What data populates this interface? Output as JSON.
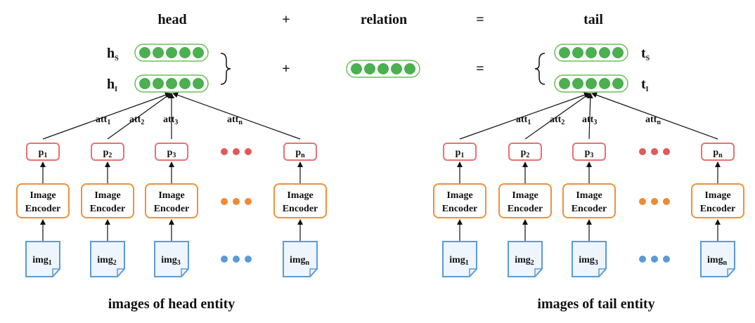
{
  "header": {
    "head": "head",
    "plus": "+",
    "relation": "relation",
    "equals": "=",
    "tail": "tail"
  },
  "left": {
    "vec_s": {
      "base": "h",
      "sub": "S"
    },
    "vec_i": {
      "base": "h",
      "sub": "I"
    },
    "att": [
      {
        "base": "att",
        "sub": "1"
      },
      {
        "base": "att",
        "sub": "2"
      },
      {
        "base": "att",
        "sub": "3"
      },
      {
        "base": "att",
        "sub": "n"
      }
    ],
    "p": [
      {
        "base": "p",
        "sub": "1"
      },
      {
        "base": "p",
        "sub": "2"
      },
      {
        "base": "p",
        "sub": "3"
      },
      {
        "base": "p",
        "sub": "n"
      }
    ],
    "encoder": {
      "line1": "Image",
      "line2": "Encoder"
    },
    "img": [
      {
        "base": "img",
        "sub": "1"
      },
      {
        "base": "img",
        "sub": "2"
      },
      {
        "base": "img",
        "sub": "3"
      },
      {
        "base": "img",
        "sub": "n"
      }
    ],
    "caption": "images of head entity"
  },
  "right": {
    "vec_s": {
      "base": "t",
      "sub": "S"
    },
    "vec_i": {
      "base": "t",
      "sub": "I"
    },
    "att": [
      {
        "base": "att",
        "sub": "1"
      },
      {
        "base": "att",
        "sub": "2"
      },
      {
        "base": "att",
        "sub": "3"
      },
      {
        "base": "att",
        "sub": "n"
      }
    ],
    "p": [
      {
        "base": "p",
        "sub": "1"
      },
      {
        "base": "p",
        "sub": "2"
      },
      {
        "base": "p",
        "sub": "3"
      },
      {
        "base": "p",
        "sub": "n"
      }
    ],
    "encoder": {
      "line1": "Image",
      "line2": "Encoder"
    },
    "img": [
      {
        "base": "img",
        "sub": "1"
      },
      {
        "base": "img",
        "sub": "2"
      },
      {
        "base": "img",
        "sub": "3"
      },
      {
        "base": "img",
        "sub": "n"
      }
    ],
    "caption": "images of tail entity"
  },
  "middle": {
    "plus": "+",
    "equals": "="
  },
  "colors": {
    "green_fill": "#4CAF50",
    "green_border": "#6BBF59",
    "p_border": "#E57373",
    "enc_border": "#F0913A",
    "img_border": "#5B9BD5",
    "dots_red": "#E05A5A",
    "dots_orange": "#EE8A35",
    "dots_blue": "#5B9BD5"
  }
}
